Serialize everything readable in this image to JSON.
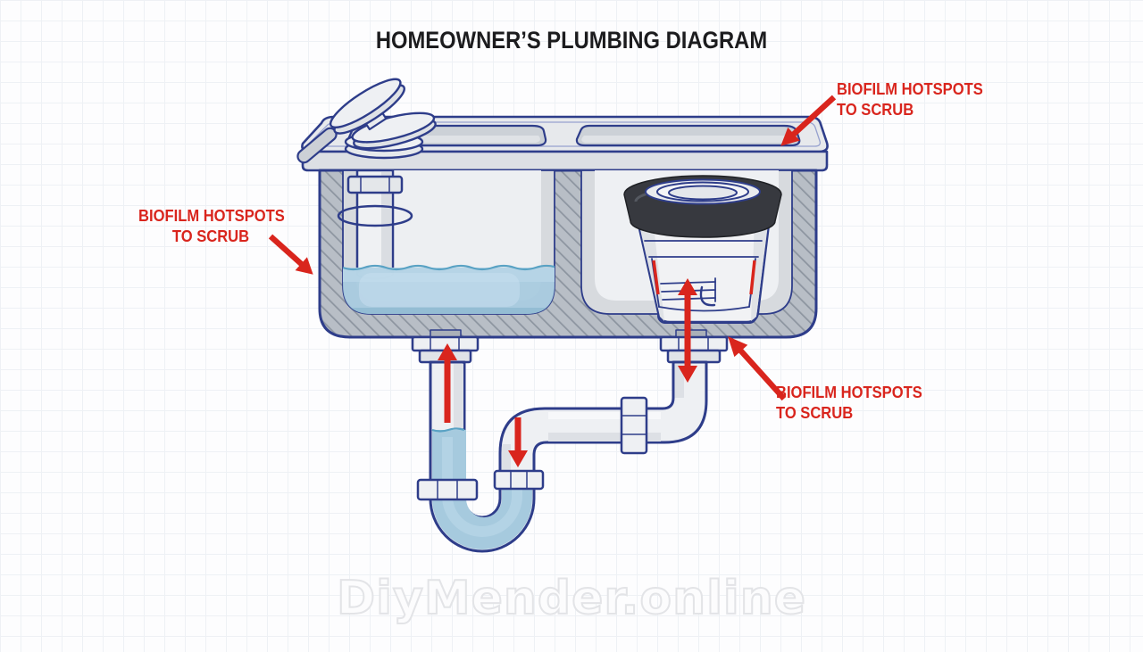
{
  "title": {
    "text": "HOMEOWNER’S PLUMBING DIAGRAM"
  },
  "watermark": {
    "text": "DiyMender.online"
  },
  "annotations": [
    {
      "id": "left",
      "line1": "BIOFILM HOTSPOTS",
      "line2": "TO SCRUB"
    },
    {
      "id": "top-right",
      "line1": "BIOFILM HOTSPOTS",
      "line2": "TO SCRUB"
    },
    {
      "id": "bottom-right",
      "line1": "BIOFILM HOTSPOTS",
      "line2": "TO SCRUB"
    }
  ],
  "colors": {
    "accent_red": "#d9251d",
    "line_blue": "#2e3d8a",
    "water_blue": "#a6cade",
    "water_light": "#bcd8e8",
    "water_line": "#59a2c4",
    "metal_light": "#eef0f3",
    "metal_mid": "#dadde2",
    "hatch_gray": "#b8bec6",
    "ring_dark": "#37393f",
    "title_ink": "#1c1c1e",
    "watermark_gray": "#e3e4e7"
  },
  "diagram": {
    "style": "blueprint-sketch",
    "parts": [
      "double-basin-sink",
      "sink-rim",
      "left-basin-with-water",
      "overflow-standpipe",
      "sink-stopper-stack",
      "right-basin",
      "basket-strainer-cup",
      "left-drain-tailpiece",
      "p-trap-with-water",
      "trap-riser",
      "horizontal-drain-pipe",
      "right-drain-tailpiece",
      "slip-nuts",
      "flow-arrows"
    ]
  }
}
